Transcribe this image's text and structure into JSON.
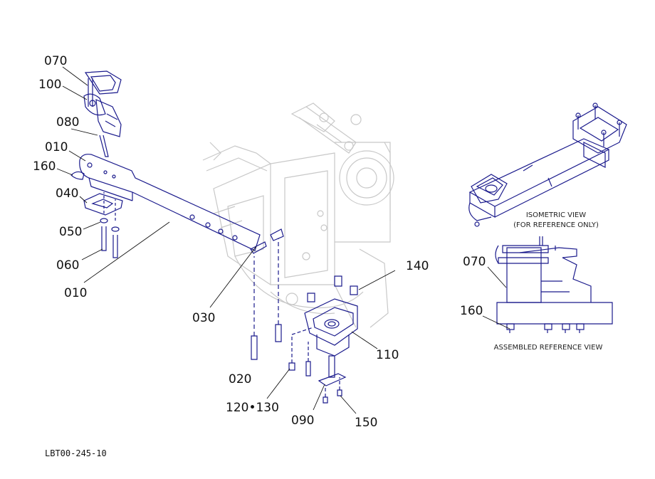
{
  "document_id": "LBT00-245-10",
  "callouts": {
    "c070a": "070",
    "c100": "100",
    "c080": "080",
    "c010a": "010",
    "c160a": "160",
    "c040": "040",
    "c050": "050",
    "c060": "060",
    "c010b": "010",
    "c030": "030",
    "c020": "020",
    "c120_130": "120•130",
    "c090": "090",
    "c150": "150",
    "c110": "110",
    "c140": "140",
    "c070b": "070",
    "c160b": "160"
  },
  "views": {
    "isometric_line1": "ISOMETRIC VIEW",
    "isometric_line2": "(FOR REFERENCE ONLY)",
    "assembled": "ASSEMBLED REFERENCE VIEW"
  },
  "colors": {
    "part_line": "#1a1a8c",
    "ghost_line": "#c8c8c8",
    "leader": "#111111"
  }
}
